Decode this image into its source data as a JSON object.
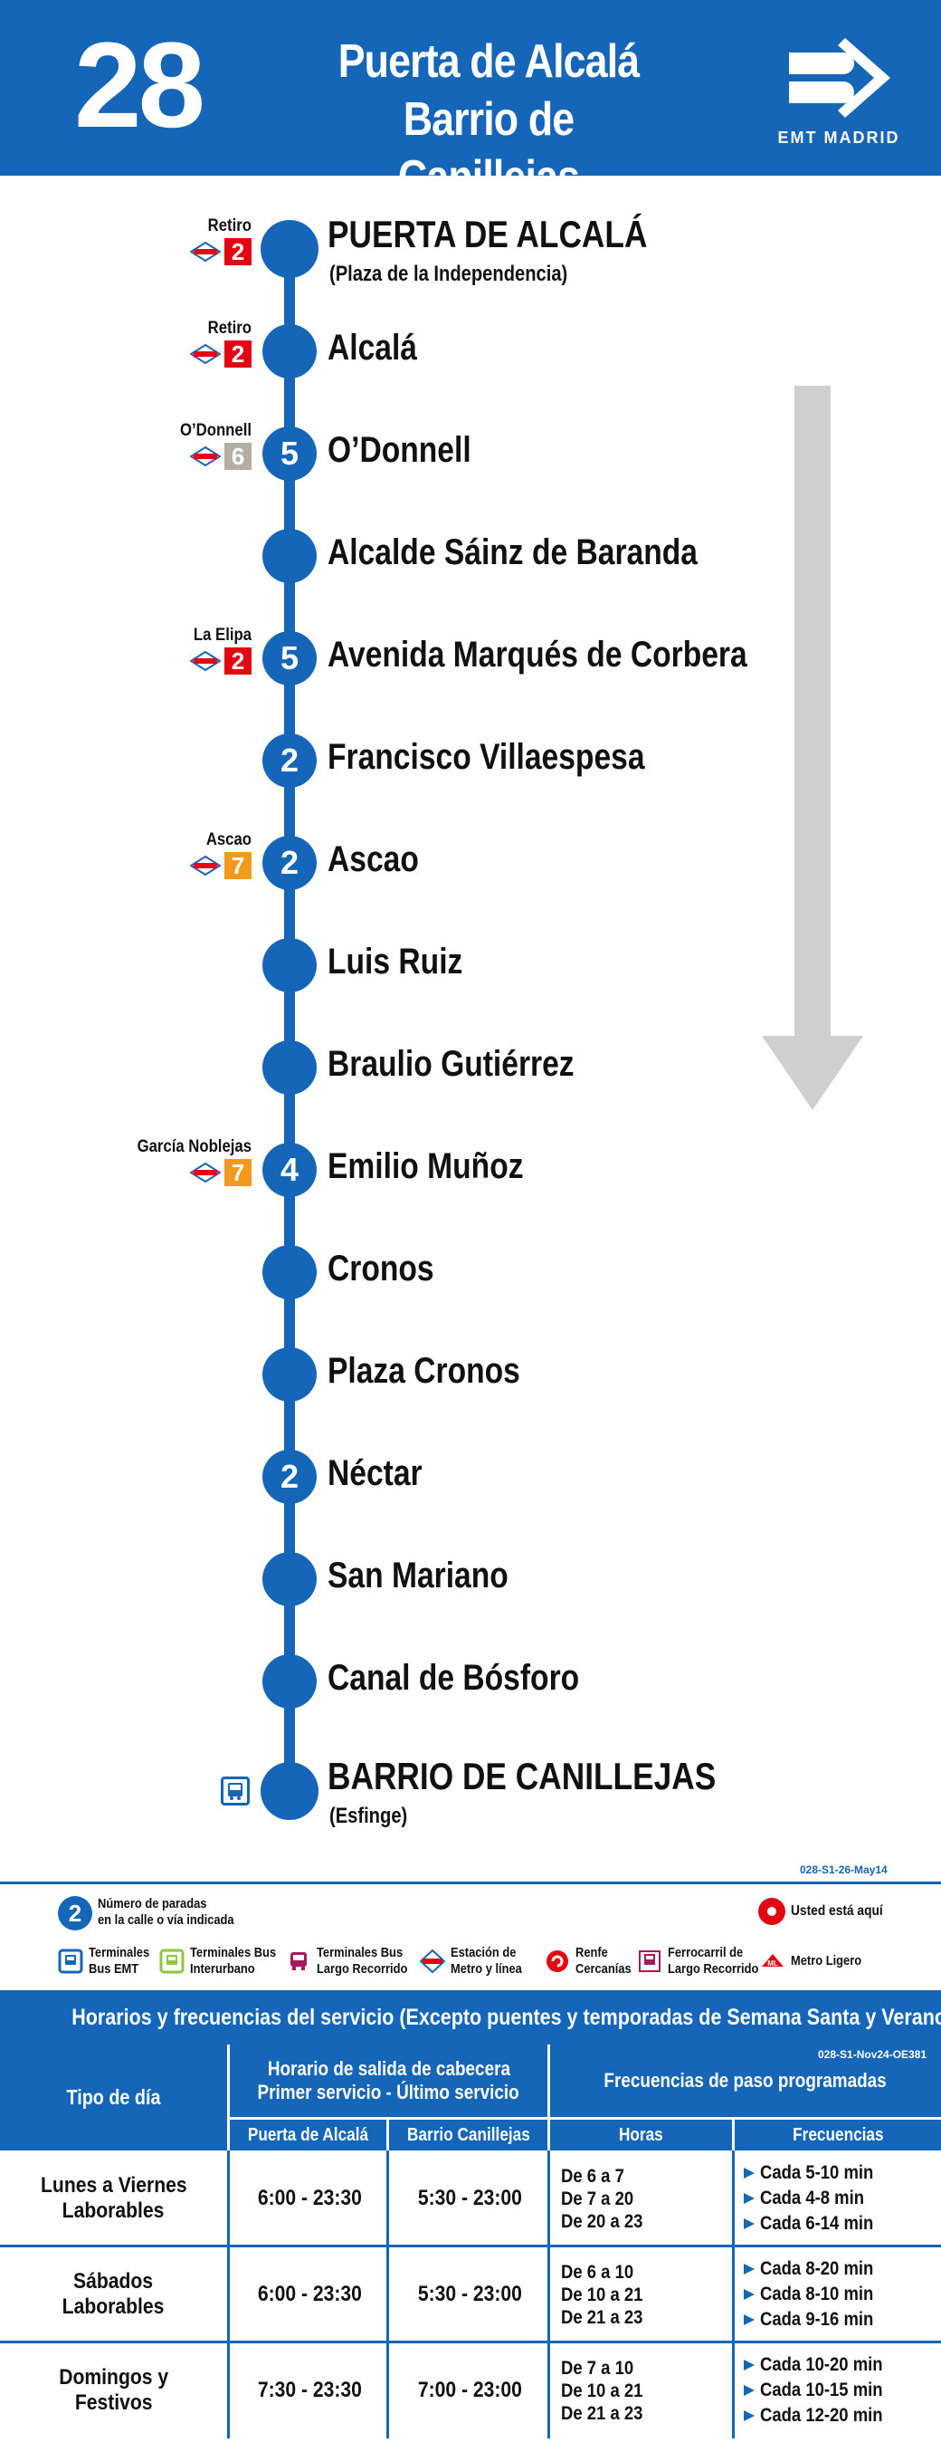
{
  "header": {
    "line_number": "28",
    "origin": "Puerta de Alcalá",
    "destination": "Barrio de Canillejas",
    "brand": "EMT MADRID",
    "brand_color": "#1565b8"
  },
  "stops": [
    {
      "name": "PUERTA DE ALCALÁ",
      "sub": "(Plaza de la Independencia)",
      "terminal": true,
      "count": "",
      "metro_station": "Retiro",
      "metro_line": "2",
      "metro_color": "#e30613"
    },
    {
      "name": "Alcalá",
      "sub": "",
      "count": "",
      "metro_station": "Retiro",
      "metro_line": "2",
      "metro_color": "#e30613"
    },
    {
      "name": "O’Donnell",
      "sub": "",
      "count": "5",
      "metro_station": "O’Donnell",
      "metro_line": "6",
      "metro_color": "#b5aea2"
    },
    {
      "name": "Alcalde Sáinz de Baranda",
      "sub": "",
      "count": ""
    },
    {
      "name": "Avenida Marqués de Corbera",
      "sub": "",
      "count": "5",
      "metro_station": "La Elipa",
      "metro_line": "2",
      "metro_color": "#e30613"
    },
    {
      "name": "Francisco Villaespesa",
      "sub": "",
      "count": "2"
    },
    {
      "name": "Ascao",
      "sub": "",
      "count": "2",
      "metro_station": "Ascao",
      "metro_line": "7",
      "metro_color": "#f39a1e"
    },
    {
      "name": "Luis Ruiz",
      "sub": "",
      "count": ""
    },
    {
      "name": "Braulio Gutiérrez",
      "sub": "",
      "count": ""
    },
    {
      "name": "Emilio Muñoz",
      "sub": "",
      "count": "4",
      "metro_station": "García Noblejas",
      "metro_line": "7",
      "metro_color": "#f39a1e"
    },
    {
      "name": "Cronos",
      "sub": "",
      "count": ""
    },
    {
      "name": "Plaza Cronos",
      "sub": "",
      "count": ""
    },
    {
      "name": "Néctar",
      "sub": "",
      "count": "2"
    },
    {
      "name": "San Mariano",
      "sub": "",
      "count": ""
    },
    {
      "name": "Canal de Bósforo",
      "sub": "",
      "count": ""
    },
    {
      "name": "BARRIO DE CANILLEJAS",
      "sub": "(Esfinge)",
      "terminal": true,
      "count": "",
      "bus_terminal": true
    }
  ],
  "legend": {
    "code": "028-S1-26-May14",
    "stops_badge": "2",
    "stops_text_1": "Número de paradas",
    "stops_text_2": "en la calle o vía indicada",
    "here": "Usted está aquí",
    "items": [
      {
        "icon": "bus-terminal-icon",
        "line1": "Terminales",
        "line2": "Bus EMT",
        "color": "#1565b8"
      },
      {
        "icon": "interurban-bus-icon",
        "line1": "Terminales Bus",
        "line2": "Interurbano",
        "color": "#8dc63f"
      },
      {
        "icon": "long-distance-bus-icon",
        "line1": "Terminales Bus",
        "line2": "Largo Recorrido",
        "color": "#a6195f"
      },
      {
        "icon": "metro-icon",
        "line1": "Estación de",
        "line2": "Metro y línea",
        "color": "#e30613"
      },
      {
        "icon": "renfe-icon",
        "line1": "Renfe",
        "line2": "Cercanías",
        "color": "#e30613"
      },
      {
        "icon": "train-icon",
        "line1": "Ferrocarril de",
        "line2": "Largo Recorrido",
        "color": "#a6195f"
      },
      {
        "icon": "light-metro-icon",
        "line1": "Metro Ligero",
        "line2": "",
        "color": "#e30613"
      }
    ]
  },
  "schedule": {
    "title": "Horarios y frecuencias del servicio (Excepto puentes y temporadas de Semana Santa y Verano)",
    "code": "028-S1-Nov24-OE381",
    "col_day_type": "Tipo de día",
    "col_header_hours_1": "Horario de salida de cabecera",
    "col_header_hours_2": "Primer servicio - Último servicio",
    "col_from": "Puerta de Alcalá",
    "col_to": "Barrio Canillejas",
    "col_freq_title": "Frecuencias de paso programadas",
    "col_hours": "Horas",
    "col_freqs": "Frecuencias",
    "rows": [
      {
        "day_1": "Lunes a Viernes",
        "day_2": "Laborables",
        "from": "6:00 - 23:30",
        "to": "5:30 - 23:00",
        "hours": [
          "De 6 a 7",
          "De 7 a 20",
          "De 20 a 23"
        ],
        "freqs": [
          "Cada 5-10 min",
          "Cada 4-8 min",
          "Cada 6-14 min"
        ]
      },
      {
        "day_1": "Sábados",
        "day_2": "Laborables",
        "from": "6:00 - 23:30",
        "to": "5:30 - 23:00",
        "hours": [
          "De 6 a 10",
          "De 10 a 21",
          "De 21 a 23"
        ],
        "freqs": [
          "Cada 8-20 min",
          "Cada 8-10 min",
          "Cada 9-16 min"
        ]
      },
      {
        "day_1": "Domingos y",
        "day_2": "Festivos",
        "from": "7:30 - 23:30",
        "to": "7:00 - 23:00",
        "hours": [
          "De 7 a 10",
          "De 10 a 21",
          "De 21 a 23"
        ],
        "freqs": [
          "Cada 10-20 min",
          "Cada 10-15 min",
          "Cada 12-20 min"
        ]
      }
    ]
  }
}
